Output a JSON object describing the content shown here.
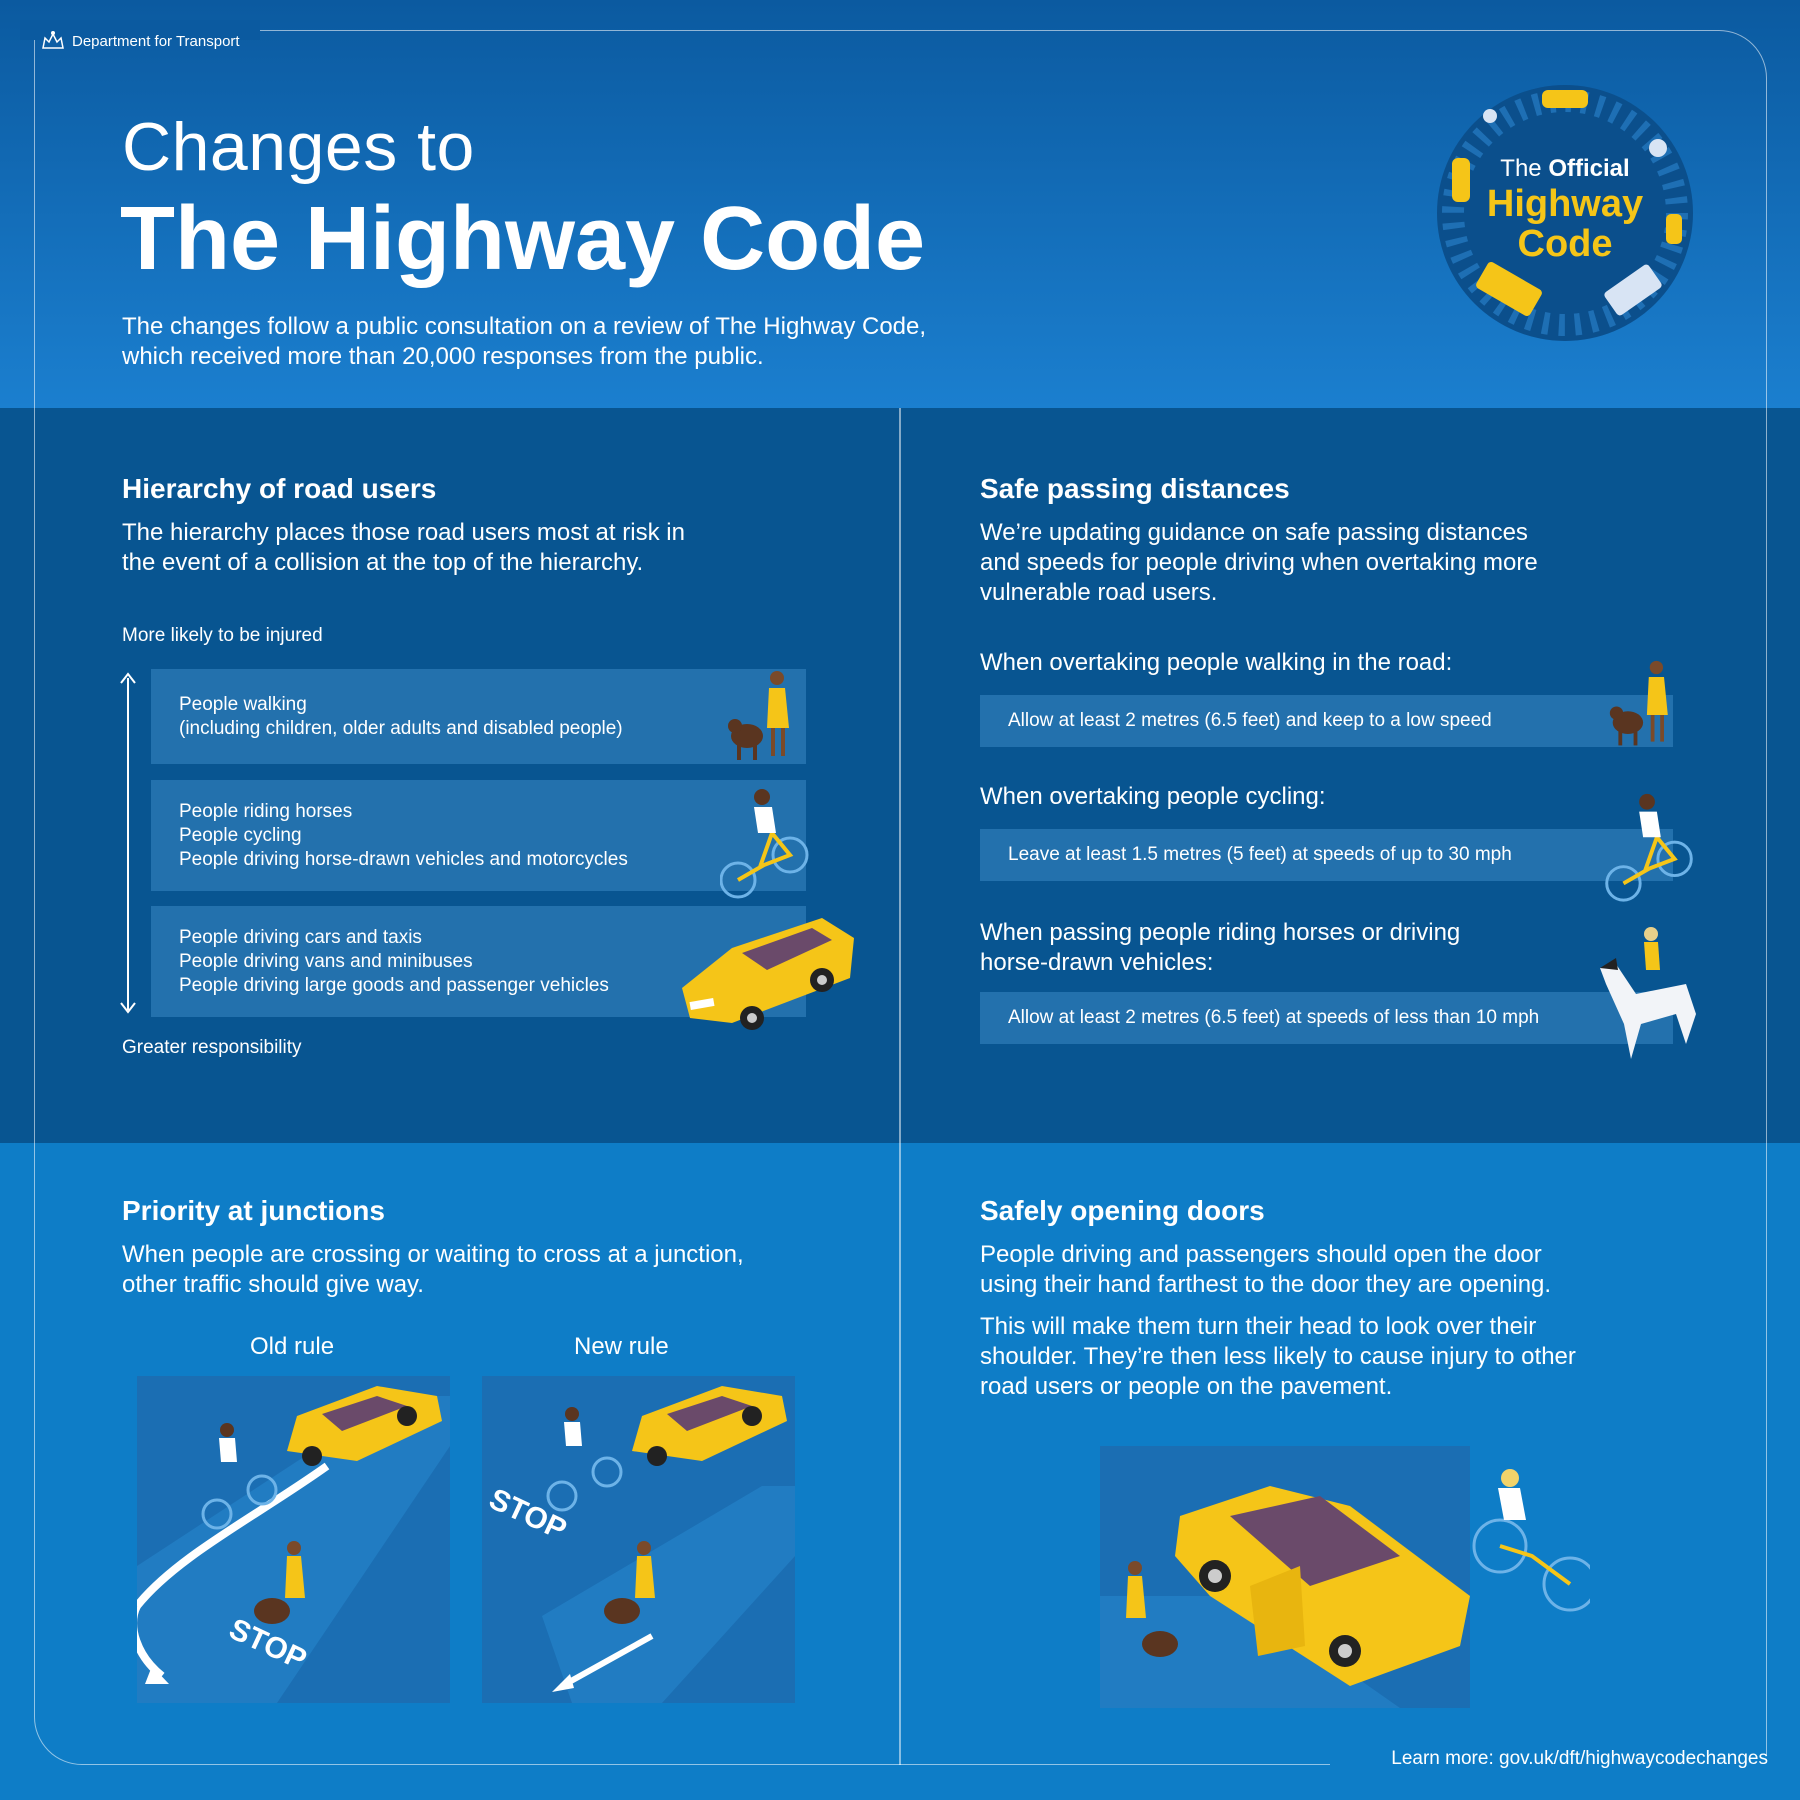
{
  "header": {
    "department": "Department for Transport",
    "title_small": "Changes to",
    "title_big": "The Highway Code",
    "intro_line1": "The changes follow a public consultation on a review of The Highway Code,",
    "intro_line2": "which received more than 20,000 responses from the public.",
    "logo_line1_a": "The",
    "logo_line1_b": "Official",
    "logo_line2": "Highway",
    "logo_line3": "Code"
  },
  "hierarchy": {
    "heading": "Hierarchy of road users",
    "text_line1": "The hierarchy places those road users most at risk in",
    "text_line2": "the event of a collision at the top of the hierarchy.",
    "top_label": "More likely to be injured",
    "bottom_label": "Greater responsibility",
    "groups": [
      {
        "lines": [
          "People walking",
          "(including children, older adults and disabled people)"
        ]
      },
      {
        "lines": [
          "People riding horses",
          "People cycling",
          "People driving horse-drawn vehicles and motorcycles"
        ]
      },
      {
        "lines": [
          "People driving cars and taxis",
          "People driving vans and minibuses",
          "People driving large goods and passenger vehicles"
        ]
      }
    ]
  },
  "passing": {
    "heading": "Safe passing distances",
    "text_line1": "We’re updating guidance on safe passing distances",
    "text_line2": "and speeds for people driving when overtaking more",
    "text_line3": "vulnerable road users.",
    "items": [
      {
        "label": "When overtaking people walking in the road:",
        "rule": "Allow at least 2 metres (6.5 feet) and keep to a low speed"
      },
      {
        "label": "When overtaking people cycling:",
        "rule": "Leave at least 1.5 metres (5 feet) at speeds of up to 30 mph"
      },
      {
        "label_line1": "When passing people riding horses or driving",
        "label_line2": "horse-drawn vehicles:",
        "rule": "Allow at least 2 metres (6.5 feet) at speeds of less than 10 mph"
      }
    ]
  },
  "junctions": {
    "heading": "Priority at junctions",
    "text_line1": "When people are crossing or waiting to cross at a junction,",
    "text_line2": "other traffic should give way.",
    "old_label": "Old rule",
    "new_label": "New rule",
    "stop_text": "STOP"
  },
  "doors": {
    "heading": "Safely opening doors",
    "text_line1": "People driving and passengers should open the door",
    "text_line2": "using their hand farthest to the door they are opening.",
    "text2_line1": "This will make them turn their head to look over their",
    "text2_line2": "shoulder. They’re then less likely to cause injury to other",
    "text2_line3": "road users or people on the pavement."
  },
  "footer": {
    "learn_more": "Learn more: gov.uk/dft/highwaycodechanges"
  },
  "colors": {
    "accent_yellow": "#f5c518",
    "dark_blue": "#085591",
    "panel_blue": "#2371ad"
  }
}
